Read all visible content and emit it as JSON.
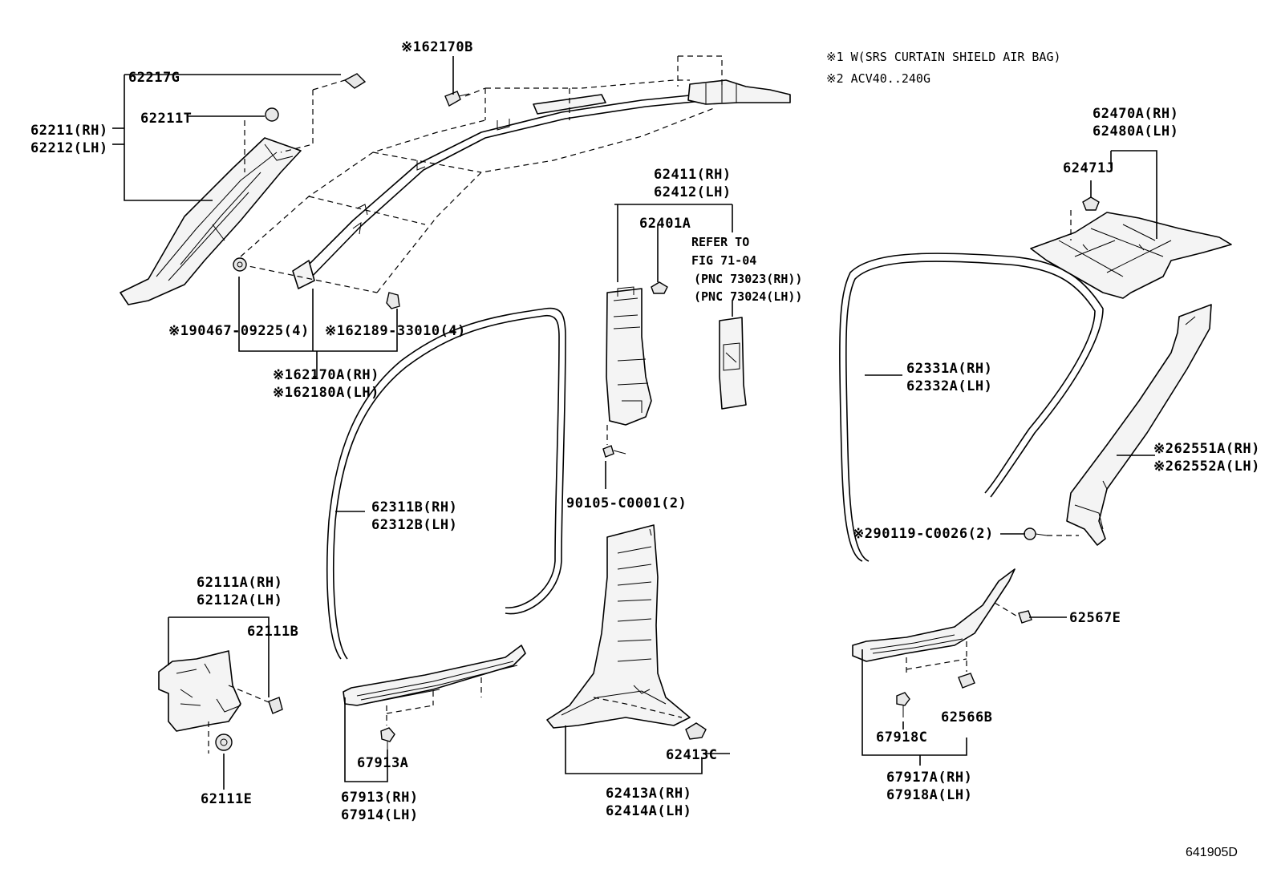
{
  "notes": {
    "note1": "※1 W(SRS CURTAIN SHIELD AIR BAG)",
    "note2": "※2 ACV40..240G"
  },
  "refer": {
    "line1": "REFER TO",
    "line2": "FIG 71-04",
    "line3": "(PNC 73023(RH))",
    "line4": "(PNC 73024(LH))"
  },
  "labels": {
    "p62217G": "62217G",
    "p62211T": "62211T",
    "p62211RH": "62211(RH)",
    "p62212LH": "62212(LH)",
    "p62170B": "※162170B",
    "p90467": "※190467-09225(4)",
    "p62189": "※162189-33010(4)",
    "p62170A": "※162170A(RH)",
    "p62180A": "※162180A(LH)",
    "p62411": "62411(RH)",
    "p62412": "62412(LH)",
    "p62401A": "62401A",
    "p90105": "90105-C0001(2)",
    "p62311B": "62311B(RH)",
    "p62312B": "62312B(LH)",
    "p62111A": "62111A(RH)",
    "p62112A": "62112A(LH)",
    "p62111B": "62111B",
    "p62111E": "62111E",
    "p67913A": "67913A",
    "p67913": "67913(RH)",
    "p67914": "67914(LH)",
    "p62413C": "62413C",
    "p62413A": "62413A(RH)",
    "p62414A": "62414A(LH)",
    "p62470A": "62470A(RH)",
    "p62480A": "62480A(LH)",
    "p62471J": "62471J",
    "p62331A": "62331A(RH)",
    "p62332A": "62332A(LH)",
    "p62551A": "※262551A(RH)",
    "p62552A": "※262552A(LH)",
    "p90119": "※290119-C0026(2)",
    "p62567E": "62567E",
    "p62566B": "62566B",
    "p67918C": "67918C",
    "p67917A": "67917A(RH)",
    "p67918A": "67918A(LH)"
  },
  "figure_id": "641905D"
}
